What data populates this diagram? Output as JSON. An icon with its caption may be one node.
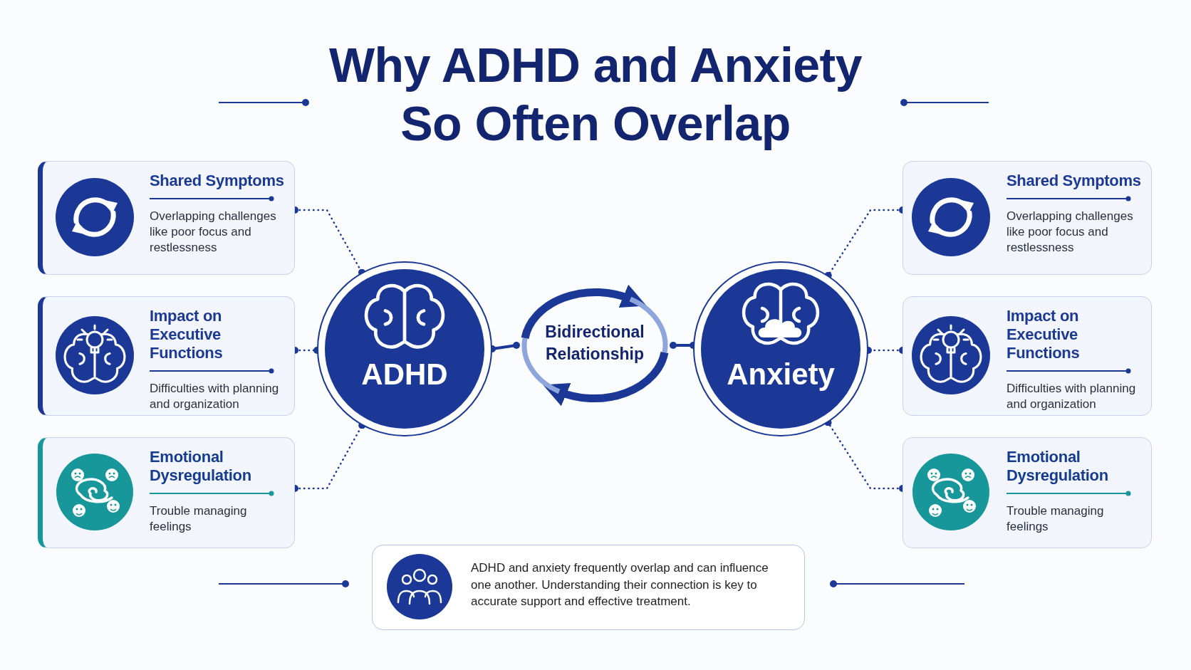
{
  "diagram": {
    "title": "Why ADHD and Anxiety So Often Overlap",
    "nodes": [
      {
        "text": [
          "Shared Symptoms",
          "Overlapping challenges like poor focus and restlessness"
        ]
      },
      {
        "text": [
          "Impact on Executive Functions",
          "Difficulties with planning and organization"
        ]
      },
      {
        "text": [
          "Emotional Dysregulation",
          "Trouble managing feelings"
        ]
      },
      {
        "text": [
          "ADHD"
        ]
      },
      {
        "text": [
          "Bidirectional Relationship"
        ]
      },
      {
        "text": [
          "Anxiety"
        ]
      },
      {
        "text": [
          "Shared Symptoms",
          "Overlapping challenges like poor focus and restlessness"
        ]
      },
      {
        "text": [
          "Impact on Executive Functions",
          "Difficulties with planning and organization"
        ]
      },
      {
        "text": [
          "Emotional Dysregulation",
          "Trouble managing feelings"
        ]
      },
      {
        "text": [
          "ADHD and anxiety frequently overlap and can influence one another. Understanding their connection is key to accurate support and effective treatment."
        ]
      }
    ],
    "edges": [
      {
        "from": 0,
        "to": 3,
        "arrow": "other",
        "style": "dashed"
      },
      {
        "from": 1,
        "to": 3,
        "arrow": "other",
        "style": "dashed"
      },
      {
        "from": 2,
        "to": 3,
        "arrow": "other",
        "style": "dashed"
      },
      {
        "from": 3,
        "to": 4,
        "arrow": "other"
      },
      {
        "from": 4,
        "to": 5,
        "arrow": "other"
      },
      {
        "from": 6,
        "to": 5,
        "arrow": "other",
        "style": "dashed"
      },
      {
        "from": 7,
        "to": 5,
        "arrow": "other",
        "style": "dashed"
      },
      {
        "from": 8,
        "to": 5,
        "arrow": "other",
        "style": "dashed"
      }
    ]
  }
}
